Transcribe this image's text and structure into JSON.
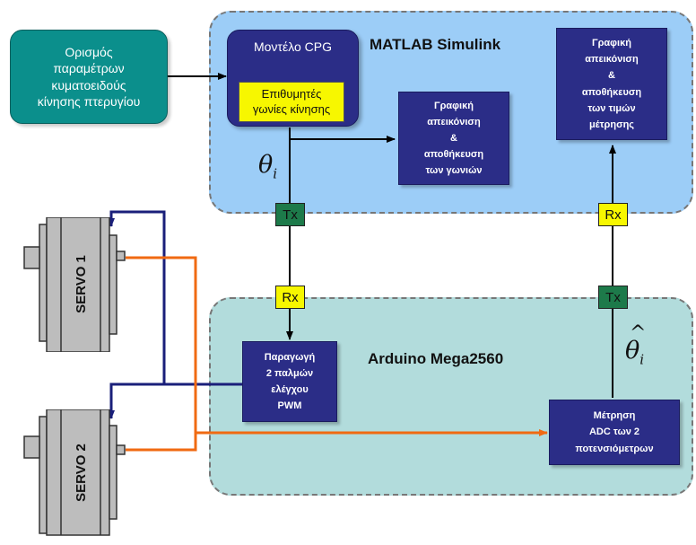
{
  "regions": {
    "matlab_title": "MATLAB Simulink",
    "arduino_title": "Arduino Mega2560"
  },
  "boxes": {
    "params": "Ορισμός\nπαραμέτρων\nκυματοειδούς\nκίνησης πτερυγίου",
    "cpg": "Μοντέλο CPG",
    "desired_angles": "Επιθυμητές\nγωνίες κίνησης",
    "plot_angles": "Γραφική\nαπεικόνιση\n&\nαποθήκευση\nτων γωνιών",
    "plot_measurements": "Γραφική\nαπεικόνιση\n&\nαποθήκευση\nτων τιμών\nμέτρησης",
    "pwm": "Παραγωγή\n2 παλμών\nελέγχου\nPWM",
    "adc": "Μέτρηση\nADC των 2\nποτενσιόμετρων"
  },
  "tags": {
    "tx_matlab": "Tx",
    "rx_arduino": "Rx",
    "tx_arduino": "Tx",
    "rx_matlab": "Rx"
  },
  "servos": {
    "servo1": "SERVO 1",
    "servo2": "SERVO 2"
  },
  "symbols": {
    "theta": "θ",
    "sub_i": "i",
    "hat": "^"
  },
  "colors": {
    "matlab_region": "#9ccdf7",
    "arduino_region": "#b2dcdc",
    "navy_box": "#2b2d87",
    "teal_box": "#0b8f8c",
    "pwm_wire": "#1a1f7a",
    "feedback_wire": "#f06a12",
    "arrow": "#000000"
  }
}
